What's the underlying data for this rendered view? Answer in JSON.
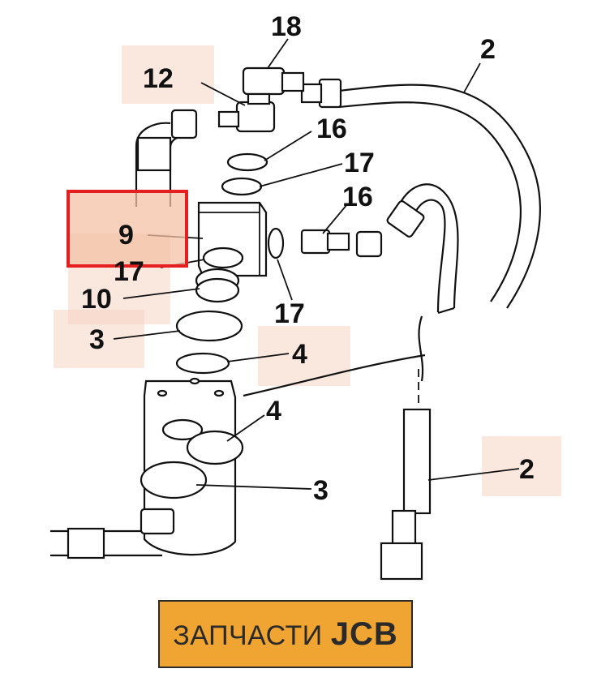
{
  "diagram": {
    "callouts": [
      {
        "id": "c18",
        "text": "18"
      },
      {
        "id": "c2a",
        "text": "2"
      },
      {
        "id": "c12",
        "text": "12"
      },
      {
        "id": "c16a",
        "text": "16"
      },
      {
        "id": "c17a",
        "text": "17"
      },
      {
        "id": "c16b",
        "text": "16"
      },
      {
        "id": "c9",
        "text": "9"
      },
      {
        "id": "c17b",
        "text": "17"
      },
      {
        "id": "c17c",
        "text": "17"
      },
      {
        "id": "c10",
        "text": "10"
      },
      {
        "id": "c3a",
        "text": "3"
      },
      {
        "id": "c4a",
        "text": "4"
      },
      {
        "id": "c4b",
        "text": "4"
      },
      {
        "id": "c2b",
        "text": "2"
      },
      {
        "id": "c3b",
        "text": "3"
      }
    ],
    "selected_callout": "9"
  },
  "logo": {
    "prefix": "ЗАПЧАСТИ",
    "brand": "JCB"
  },
  "colors": {
    "selection": "#e51f1f",
    "highlight": "#f6d3c3",
    "logo_bg": "#f0a431"
  }
}
